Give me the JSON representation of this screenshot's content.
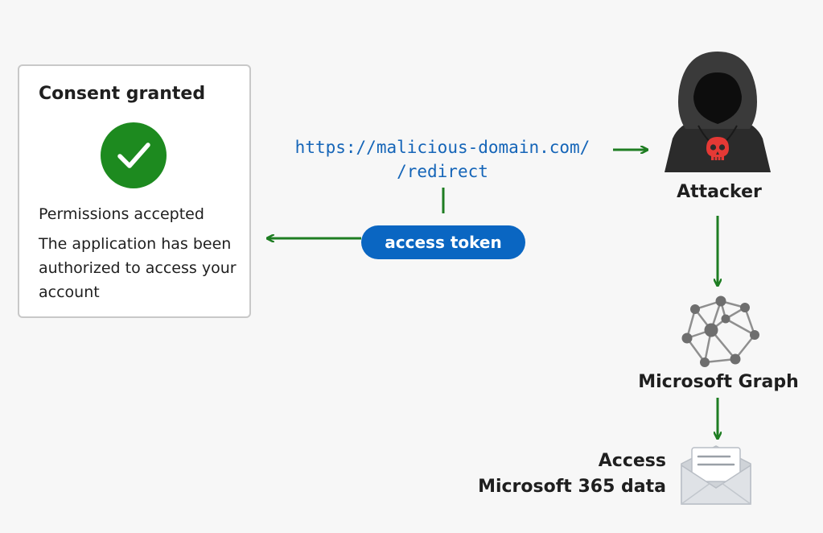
{
  "consent_card": {
    "title": "Consent granted",
    "status": "Permissions accepted",
    "description": "The application has been authorized to access your account",
    "check_icon": "check-circle-icon"
  },
  "redirect": {
    "line1": "https://malicious-domain.com/",
    "line2": "/redirect"
  },
  "token": {
    "label": "access token"
  },
  "attacker": {
    "label": "Attacker",
    "icon": "hooded-attacker-icon"
  },
  "graph": {
    "label": "Microsoft Graph",
    "icon": "network-graph-icon"
  },
  "access": {
    "line1": "Access",
    "line2": "Microsoft 365 data",
    "icon": "envelope-icon"
  },
  "colors": {
    "arrow": "#1e7d22",
    "token": "#0a66c2",
    "url": "#1565b8",
    "check": "#1d8a1f",
    "skull": "#e53935"
  }
}
